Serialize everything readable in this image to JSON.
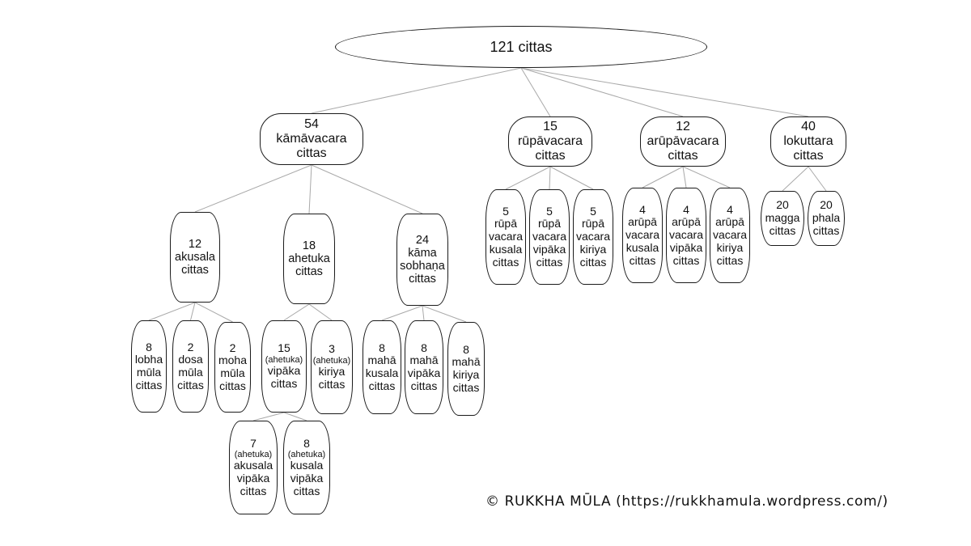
{
  "diagram": {
    "root": {
      "lines": [
        "121 cittas"
      ]
    },
    "nodes": {
      "kama": {
        "lines": [
          "54",
          "kāmāvacara",
          "cittas"
        ]
      },
      "rupa": {
        "lines": [
          "15",
          "rūpāvacara",
          "cittas"
        ]
      },
      "arupa": {
        "lines": [
          "12",
          "arūpāvacara",
          "cittas"
        ]
      },
      "lokuttara": {
        "lines": [
          "40",
          "lokuttara",
          "cittas"
        ]
      },
      "akusala": {
        "lines": [
          "12",
          "akusala",
          "cittas"
        ]
      },
      "ahetuka": {
        "lines": [
          "18",
          "ahetuka",
          "cittas"
        ]
      },
      "sobhana": {
        "lines": [
          "24",
          "kāma",
          "sobhaṇa",
          "cittas"
        ]
      },
      "lobha": {
        "lines": [
          "8",
          "lobha",
          "mūla",
          "cittas"
        ]
      },
      "dosa": {
        "lines": [
          "2",
          "dosa",
          "mūla",
          "cittas"
        ]
      },
      "moha": {
        "lines": [
          "2",
          "moha",
          "mūla",
          "cittas"
        ]
      },
      "ahet_vipaka": {
        "lines": [
          "15",
          "(ahetuka)",
          "vipāka",
          "cittas"
        ]
      },
      "ahet_kiriya": {
        "lines": [
          "3",
          "(ahetuka)",
          "kiriya",
          "cittas"
        ]
      },
      "maha_kusala": {
        "lines": [
          "8",
          "mahā",
          "kusala",
          "cittas"
        ]
      },
      "maha_vipaka": {
        "lines": [
          "8",
          "mahā",
          "vipāka",
          "cittas"
        ]
      },
      "maha_kiriya": {
        "lines": [
          "8",
          "mahā",
          "kiriya",
          "cittas"
        ]
      },
      "ahet_akusala_vipaka": {
        "lines": [
          "7",
          "(ahetuka)",
          "akusala",
          "vipāka",
          "cittas"
        ]
      },
      "ahet_kusala_vipaka": {
        "lines": [
          "8",
          "(ahetuka)",
          "kusala",
          "vipāka",
          "cittas"
        ]
      },
      "rupa_kusala": {
        "lines": [
          "5",
          "rūpā",
          "vacara",
          "kusala",
          "cittas"
        ]
      },
      "rupa_vipaka": {
        "lines": [
          "5",
          "rūpā",
          "vacara",
          "vipāka",
          "cittas"
        ]
      },
      "rupa_kiriya": {
        "lines": [
          "5",
          "rūpā",
          "vacara",
          "kiriya",
          "cittas"
        ]
      },
      "arupa_kusala": {
        "lines": [
          "4",
          "arūpā",
          "vacara",
          "kusala",
          "cittas"
        ]
      },
      "arupa_vipaka": {
        "lines": [
          "4",
          "arūpā",
          "vacara",
          "vipāka",
          "cittas"
        ]
      },
      "arupa_kiriya": {
        "lines": [
          "4",
          "arūpā",
          "vacara",
          "kiriya",
          "cittas"
        ]
      },
      "magga": {
        "lines": [
          "20",
          "magga",
          "cittas"
        ]
      },
      "phala": {
        "lines": [
          "20",
          "phala",
          "cittas"
        ]
      }
    },
    "edges": [
      [
        "root",
        "kama"
      ],
      [
        "root",
        "rupa"
      ],
      [
        "root",
        "arupa"
      ],
      [
        "root",
        "lokuttara"
      ],
      [
        "kama",
        "akusala"
      ],
      [
        "kama",
        "ahetuka"
      ],
      [
        "kama",
        "sobhana"
      ],
      [
        "akusala",
        "lobha"
      ],
      [
        "akusala",
        "dosa"
      ],
      [
        "akusala",
        "moha"
      ],
      [
        "ahetuka",
        "ahet_vipaka"
      ],
      [
        "ahetuka",
        "ahet_kiriya"
      ],
      [
        "sobhana",
        "maha_kusala"
      ],
      [
        "sobhana",
        "maha_vipaka"
      ],
      [
        "sobhana",
        "maha_kiriya"
      ],
      [
        "ahet_vipaka",
        "ahet_akusala_vipaka"
      ],
      [
        "ahet_vipaka",
        "ahet_kusala_vipaka"
      ],
      [
        "rupa",
        "rupa_kusala"
      ],
      [
        "rupa",
        "rupa_vipaka"
      ],
      [
        "rupa",
        "rupa_kiriya"
      ],
      [
        "arupa",
        "arupa_kusala"
      ],
      [
        "arupa",
        "arupa_vipaka"
      ],
      [
        "arupa",
        "arupa_kiriya"
      ],
      [
        "lokuttara",
        "magga"
      ],
      [
        "lokuttara",
        "phala"
      ]
    ]
  },
  "copyright": "© RUKKHA MŪLA (https://rukkhamula.wordpress.com/)"
}
